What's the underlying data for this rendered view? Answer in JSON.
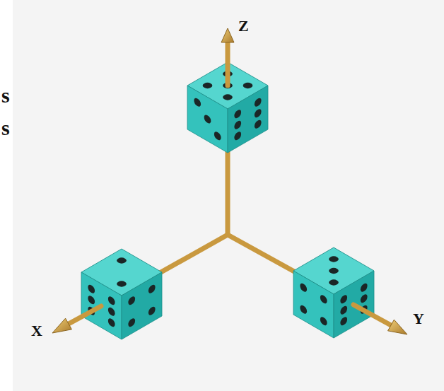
{
  "diagram": {
    "labels": [
      "Z",
      "X",
      "Y",
      "s",
      "s"
    ]
  }
}
